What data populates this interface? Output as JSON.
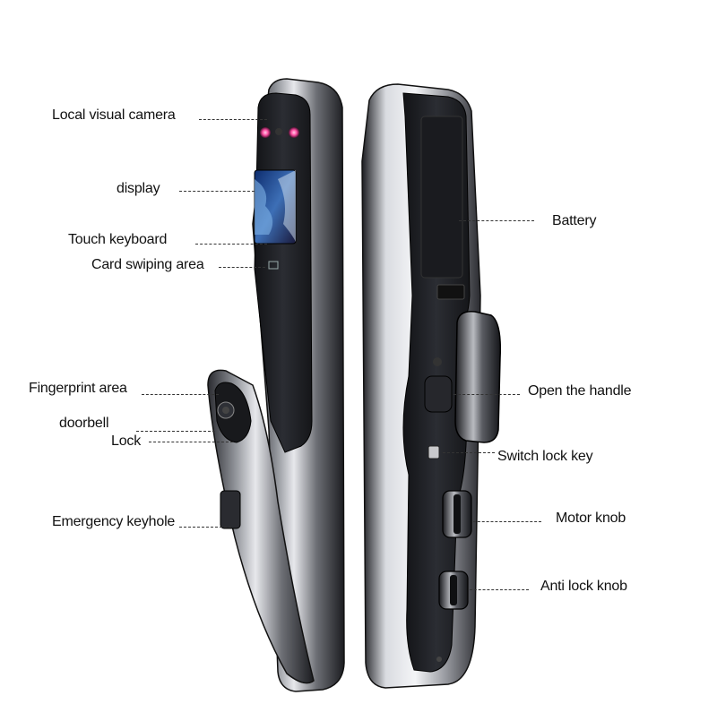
{
  "labels": {
    "camera": "Local visual camera",
    "display": "display",
    "keyboard": "Touch keyboard",
    "card": "Card swiping area",
    "fingerprint": "Fingerprint area",
    "doorbell": "doorbell",
    "lock": "Lock",
    "keyhole": "Emergency keyhole",
    "battery": "Battery",
    "handle": "Open the handle",
    "switch_key": "Switch lock key",
    "motor_knob": "Motor knob",
    "anti_knob": "Anti lock knob"
  },
  "colors": {
    "body_dark": "#1e1f23",
    "chrome": "#c9cbd0",
    "camera_glow": "#ff4fa3",
    "screen": "#2a4a8a"
  }
}
